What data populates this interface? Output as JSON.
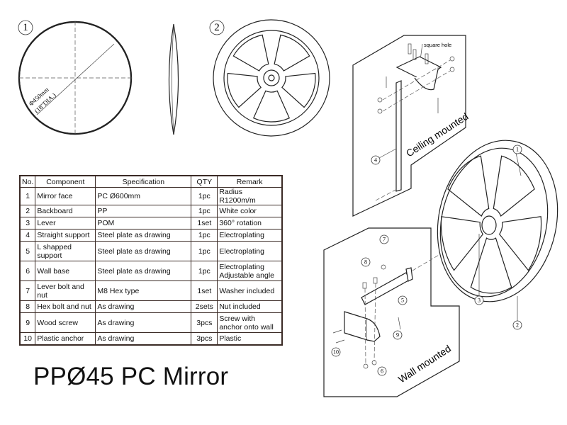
{
  "title": "PPØ45 PC Mirror",
  "views": {
    "view1_number": "1",
    "view2_number": "2",
    "diameter_label": "Φ450mm",
    "diameter_label_imperial": "(18\"DIA.)"
  },
  "assembly": {
    "square_hole_label": "square hole",
    "ceiling_label": "Ceiling mounted",
    "wall_label": "Wall mounted",
    "callouts": [
      "1",
      "2",
      "3",
      "4",
      "5",
      "6",
      "7",
      "8",
      "9",
      "10"
    ]
  },
  "table": {
    "headers": [
      "No.",
      "Component",
      "Specification",
      "QTY",
      "Remark"
    ],
    "rows": [
      {
        "no": "1",
        "component": "Mirror face",
        "spec": "PC Ø600mm",
        "qty": "1pc",
        "remark": "Radius R1200m/m"
      },
      {
        "no": "2",
        "component": "Backboard",
        "spec": "PP",
        "qty": "1pc",
        "remark": "White color"
      },
      {
        "no": "3",
        "component": "Lever",
        "spec": "POM",
        "qty": "1set",
        "remark": "360° rotation"
      },
      {
        "no": "4",
        "component": "Straight support",
        "spec": "Steel plate as drawing",
        "qty": "1pc",
        "remark": "Electroplating"
      },
      {
        "no": "5",
        "component": "L shapped support",
        "spec": "Steel plate as drawing",
        "qty": "1pc",
        "remark": "Electroplating"
      },
      {
        "no": "6",
        "component": "Wall base",
        "spec": "Steel plate as drawing",
        "qty": "1pc",
        "remark": "Electroplating Adjustable angle"
      },
      {
        "no": "7",
        "component": "Lever bolt and nut",
        "spec": "M8 Hex type",
        "qty": "1set",
        "remark": "Washer included"
      },
      {
        "no": "8",
        "component": "Hex bolt and nut",
        "spec": "As drawing",
        "qty": "2sets",
        "remark": "Nut included"
      },
      {
        "no": "9",
        "component": "Wood screw",
        "spec": "As drawing",
        "qty": "3pcs",
        "remark": "Screw with anchor onto wall"
      },
      {
        "no": "10",
        "component": "Plastic anchor",
        "spec": "As drawing",
        "qty": "3pcs",
        "remark": "Plastic"
      }
    ]
  }
}
